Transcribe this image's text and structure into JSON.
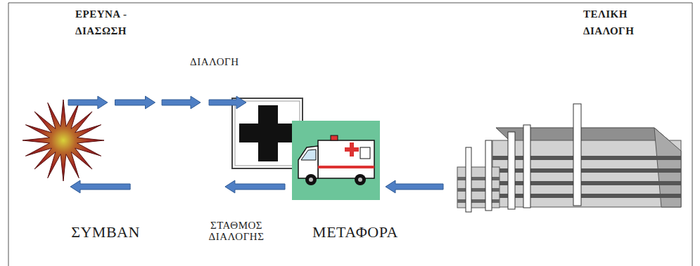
{
  "diagram": {
    "nodes": [
      {
        "text": [
          "ΣΥΜΒΑΝ"
        ]
      },
      {
        "text": [
          "ΣΤΑΘΜΟΣ ΔΙΑΛΟΓΗΣ"
        ]
      },
      {
        "text": [
          "ΜΕΤΑΦΟΡΑ"
        ]
      },
      {
        "text": [
          "ΤΕΛΙΚΗ ΔΙΑΛΟΓΗ"
        ]
      }
    ],
    "edges": [
      {
        "from": 0,
        "to": 1,
        "arrow": "to"
      },
      {
        "from": 3,
        "to": 2,
        "arrow": "to"
      },
      {
        "from": 2,
        "to": 0,
        "arrow": "to"
      }
    ],
    "labels": [
      "ΕΡΕΥΝΑ - ΔΙΑΣΩΣΗ",
      "ΔΙΑΛΟΓΗ"
    ]
  }
}
